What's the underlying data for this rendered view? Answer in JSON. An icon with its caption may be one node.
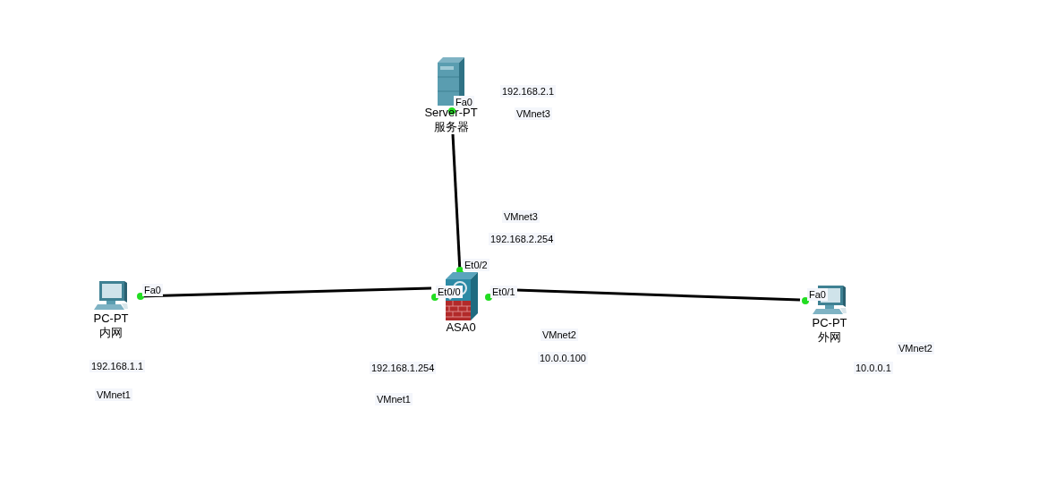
{
  "diagram": {
    "nodes": [
      {
        "text": [
          "Server-PT",
          "服务器"
        ]
      },
      {
        "text": [
          "PC-PT",
          "内网"
        ]
      },
      {
        "text": [
          "ASA0"
        ]
      },
      {
        "text": [
          "PC-PT",
          "外网"
        ]
      }
    ],
    "edges": [
      {
        "from": 0,
        "to": 2,
        "arrow": "none"
      },
      {
        "from": 1,
        "to": 2,
        "arrow": "none"
      },
      {
        "from": 2,
        "to": 3,
        "arrow": "none"
      }
    ],
    "labels": [
      "192.168.2.1",
      "Fa0",
      "VMnet3",
      "VMnet3",
      "192.168.2.254",
      "Et0/2",
      "Fa0",
      "Et0/0",
      "Et0/1",
      "Fa0",
      "VMnet2",
      "VMnet2",
      "10.0.0.100",
      "192.168.1.1",
      "192.168.1.254",
      "10.0.0.1",
      "VMnet1",
      "VMnet1"
    ]
  }
}
